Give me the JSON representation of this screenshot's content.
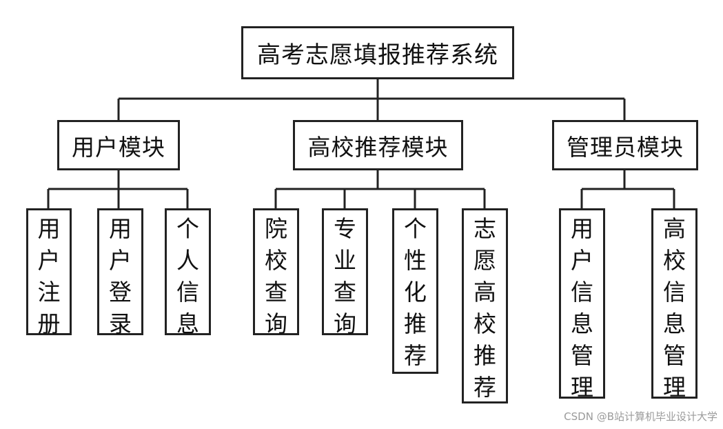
{
  "diagram": {
    "root": "高考志愿填报推荐系统",
    "modules": [
      {
        "label": "用户模块",
        "children": [
          "用户注册",
          "用户登录",
          "个人信息"
        ]
      },
      {
        "label": "高校推荐模块",
        "children": [
          "院校查询",
          "专业查询",
          "个性化推荐",
          "志愿高校推荐"
        ]
      },
      {
        "label": "管理员模块",
        "children": [
          "用户信息管理",
          "高校信息管理"
        ]
      }
    ]
  },
  "colors": {
    "stroke": "#222222",
    "text": "#111111",
    "watermark": "#9a9a9a"
  },
  "watermark": "CSDN @B站计算机毕业设计大学"
}
